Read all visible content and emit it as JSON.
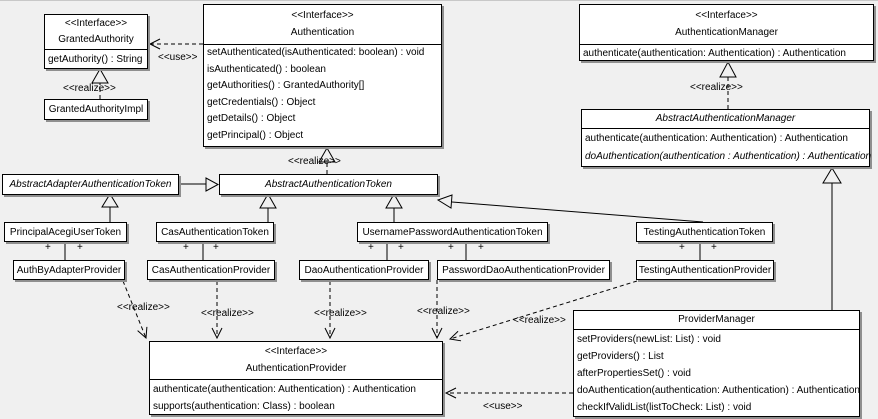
{
  "colors": {
    "background": "#f0f0f0",
    "box_fill": "#ffffff",
    "line": "#000000",
    "shadow": "#8f8f8f"
  },
  "labels": {
    "use": "<<use>>",
    "realize": "<<realize>>",
    "plus": "+",
    "interface_stereotype": "<<Interface>>"
  },
  "classes": {
    "grantedAuthority": {
      "stereotype": "<<Interface>>",
      "name": "GrantedAuthority",
      "methods": [
        "getAuthority() : String"
      ]
    },
    "grantedAuthorityImpl": {
      "name": "GrantedAuthorityImpl"
    },
    "authentication": {
      "stereotype": "<<Interface>>",
      "name": "Authentication",
      "methods": [
        "setAuthenticated(isAuthenticated: boolean) : void",
        "isAuthenticated() : boolean",
        "getAuthorities() : GrantedAuthority[]",
        "getCredentials() : Object",
        "getDetails() : Object",
        "getPrincipal() : Object"
      ]
    },
    "authenticationManager": {
      "stereotype": "<<Interface>>",
      "name": "AuthenticationManager",
      "methods": [
        "authenticate(authentication: Authentication) : Authentication"
      ]
    },
    "abstractAuthenticationManager": {
      "name": "AbstractAuthenticationManager",
      "methods": [
        "authenticate(authentication: Authentication) : Authentication",
        "doAuthentication(authentication : Authentication) : Authentication"
      ]
    },
    "abstractAdapterAuthenticationToken": {
      "name": "AbstractAdapterAuthenticationToken"
    },
    "abstractAuthenticationToken": {
      "name": "AbstractAuthenticationToken"
    },
    "principalAcegiUserToken": {
      "name": "PrincipalAcegiUserToken"
    },
    "casAuthenticationToken": {
      "name": "CasAuthenticationToken"
    },
    "usernamePasswordAuthenticationToken": {
      "name": "UsernamePasswordAuthenticationToken"
    },
    "testingAuthenticationToken": {
      "name": "TestingAuthenticationToken"
    },
    "authByAdapterProvider": {
      "name": "AuthByAdapterProvider"
    },
    "casAuthenticationProvider": {
      "name": "CasAuthenticationProvider"
    },
    "daoAuthenticationProvider": {
      "name": "DaoAuthenticationProvider"
    },
    "passwordDaoAuthenticationProvider": {
      "name": "PasswordDaoAuthenticationProvider"
    },
    "testingAuthenticationProvider": {
      "name": "TestingAuthenticationProvider"
    },
    "authenticationProvider": {
      "stereotype": "<<Interface>>",
      "name": "AuthenticationProvider",
      "methods": [
        "authenticate(authentication: Authentication) : Authentication",
        "supports(authentication: Class) : boolean"
      ]
    },
    "providerManager": {
      "name": "ProviderManager",
      "methods": [
        "setProviders(newList: List) : void",
        "getProviders() : List",
        "afterPropertiesSet() : void",
        "doAuthentication(authentication: Authentication) : Authentication",
        "checkIfValidList(listToCheck: List) : void"
      ]
    }
  }
}
